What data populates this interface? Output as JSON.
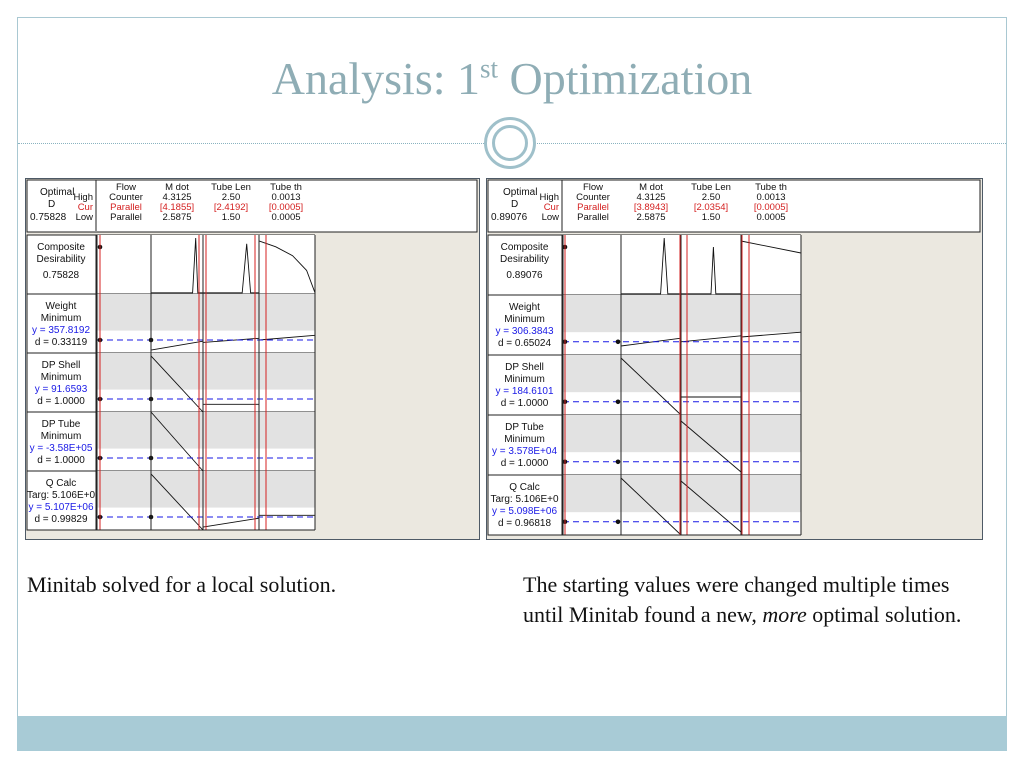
{
  "slide": {
    "title_main": "Analysis: 1",
    "title_sup": "st",
    "title_rest": " Optimization",
    "caption_left": "Minitab solved for a local solution.",
    "caption_right_1": "The starting values were changed multiple times until Minitab found a new, ",
    "caption_right_em": "more",
    "caption_right_2": " optimal solution."
  },
  "colors": {
    "accent": "#8fadb5",
    "band": "#a8cbd6",
    "red": "#d42020",
    "blue": "#1a1ae6"
  },
  "plots": [
    {
      "optimal_label": "Optimal",
      "d_label": "D",
      "d_value": "0.75828",
      "row_labels": [
        "High",
        "Cur",
        "Low"
      ],
      "factors": [
        {
          "name": "Flow",
          "high": "Counter",
          "cur": "Parallel",
          "low": "Parallel"
        },
        {
          "name": "M dot",
          "high": "4.3125",
          "cur": "[4.1855]",
          "low": "2.5875"
        },
        {
          "name": "Tube Len",
          "high": "2.50",
          "cur": "[2.4192]",
          "low": "1.50"
        },
        {
          "name": "Tube th",
          "high": "0.0013",
          "cur": "[0.0005]",
          "low": "0.0005"
        }
      ],
      "responses": [
        {
          "name": "Composite",
          "goal": "Desirability",
          "y": "0.75828",
          "d": ""
        },
        {
          "name": "Weight",
          "goal": "Minimum",
          "y": "y = 357.8192",
          "d": "d = 0.33119"
        },
        {
          "name": "DP Shell",
          "goal": "Minimum",
          "y": "y = 91.6593",
          "d": "d = 1.0000"
        },
        {
          "name": "DP Tube",
          "goal": "Minimum",
          "y": "y = -3.58E+05",
          "d": "d = 1.0000"
        },
        {
          "name": "Q Calc",
          "goal": "Targ: 5.106E+0",
          "y": "y = 5.107E+06",
          "d": "d = 0.99829"
        }
      ]
    },
    {
      "optimal_label": "Optimal",
      "d_label": "D",
      "d_value": "0.89076",
      "row_labels": [
        "High",
        "Cur",
        "Low"
      ],
      "factors": [
        {
          "name": "Flow",
          "high": "Counter",
          "cur": "Parallel",
          "low": "Parallel"
        },
        {
          "name": "M dot",
          "high": "4.3125",
          "cur": "[3.8943]",
          "low": "2.5875"
        },
        {
          "name": "Tube Len",
          "high": "2.50",
          "cur": "[2.0354]",
          "low": "1.50"
        },
        {
          "name": "Tube th",
          "high": "0.0013",
          "cur": "[0.0005]",
          "low": "0.0005"
        }
      ],
      "responses": [
        {
          "name": "Composite",
          "goal": "Desirability",
          "y": "0.89076",
          "d": ""
        },
        {
          "name": "Weight",
          "goal": "Minimum",
          "y": "y = 306.3843",
          "d": "d = 0.65024"
        },
        {
          "name": "DP Shell",
          "goal": "Minimum",
          "y": "y = 184.6101",
          "d": "d = 1.0000"
        },
        {
          "name": "DP Tube",
          "goal": "Minimum",
          "y": "y = 3.578E+04",
          "d": "d = 1.0000"
        },
        {
          "name": "Q Calc",
          "goal": "Targ: 5.106E+0",
          "y": "y = 5.098E+06",
          "d": "d = 0.96818"
        }
      ]
    }
  ]
}
